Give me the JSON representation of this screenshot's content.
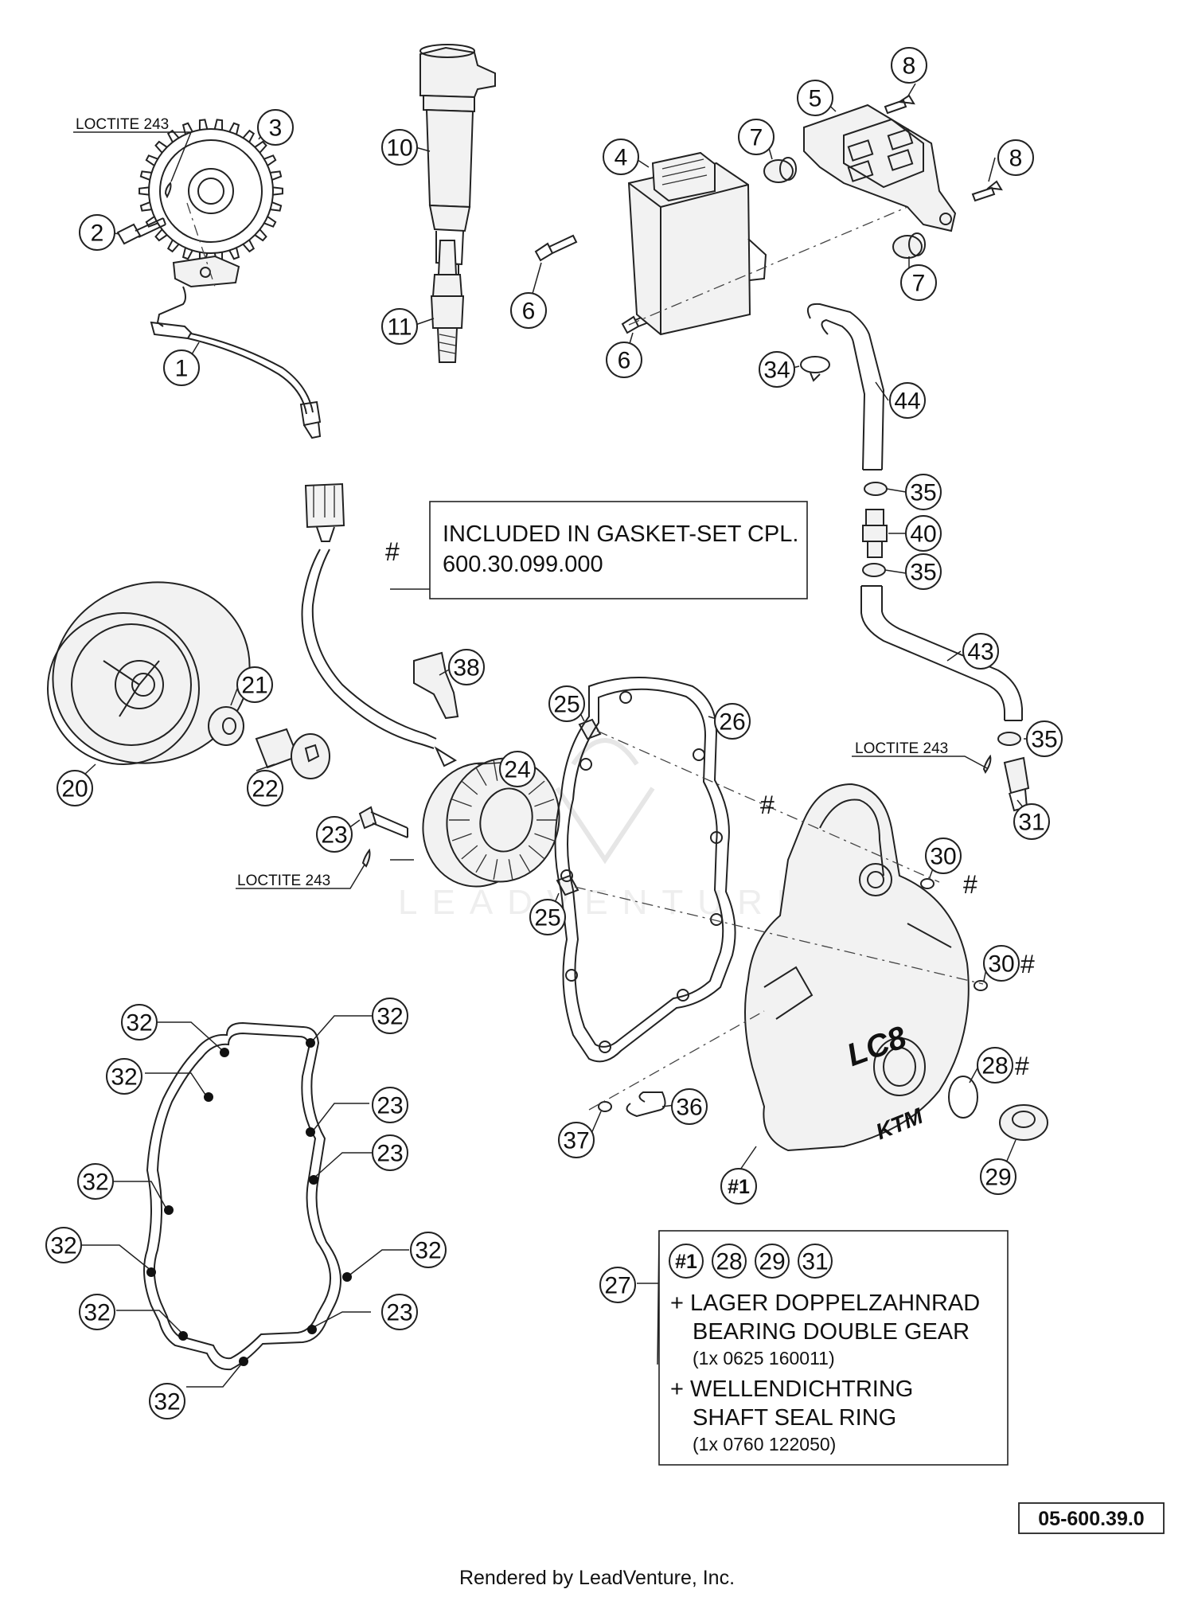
{
  "diagram": {
    "callouts": [
      {
        "id": "c1",
        "label": "1"
      },
      {
        "id": "c2",
        "label": "2"
      },
      {
        "id": "c3",
        "label": "3"
      },
      {
        "id": "c4",
        "label": "4"
      },
      {
        "id": "c5",
        "label": "5"
      },
      {
        "id": "c6a",
        "label": "6"
      },
      {
        "id": "c6b",
        "label": "6"
      },
      {
        "id": "c7a",
        "label": "7"
      },
      {
        "id": "c7b",
        "label": "7"
      },
      {
        "id": "c8a",
        "label": "8"
      },
      {
        "id": "c8b",
        "label": "8"
      },
      {
        "id": "c10",
        "label": "10"
      },
      {
        "id": "c11",
        "label": "11"
      },
      {
        "id": "c20",
        "label": "20"
      },
      {
        "id": "c21",
        "label": "21"
      },
      {
        "id": "c22",
        "label": "22"
      },
      {
        "id": "c23",
        "label": "23"
      },
      {
        "id": "c24",
        "label": "24"
      },
      {
        "id": "c25a",
        "label": "25"
      },
      {
        "id": "c25b",
        "label": "25"
      },
      {
        "id": "c26",
        "label": "26"
      },
      {
        "id": "c27",
        "label": "27"
      },
      {
        "id": "c28",
        "label": "28"
      },
      {
        "id": "c29",
        "label": "29"
      },
      {
        "id": "c30a",
        "label": "30"
      },
      {
        "id": "c30b",
        "label": "30"
      },
      {
        "id": "c31",
        "label": "31"
      },
      {
        "id": "c34",
        "label": "34"
      },
      {
        "id": "c35a",
        "label": "35"
      },
      {
        "id": "c35b",
        "label": "35"
      },
      {
        "id": "c35c",
        "label": "35"
      },
      {
        "id": "c36",
        "label": "36"
      },
      {
        "id": "c37",
        "label": "37"
      },
      {
        "id": "c38",
        "label": "38"
      },
      {
        "id": "c40",
        "label": "40"
      },
      {
        "id": "c43",
        "label": "43"
      },
      {
        "id": "c44",
        "label": "44"
      },
      {
        "id": "ref1",
        "label": "#1"
      },
      {
        "id": "g32a",
        "label": "32"
      },
      {
        "id": "g32b",
        "label": "32"
      },
      {
        "id": "g32c",
        "label": "32"
      },
      {
        "id": "g32d",
        "label": "32"
      },
      {
        "id": "g32e",
        "label": "32"
      },
      {
        "id": "g32f",
        "label": "32"
      },
      {
        "id": "g32g",
        "label": "32"
      },
      {
        "id": "g32h",
        "label": "32"
      },
      {
        "id": "g23a",
        "label": "23"
      },
      {
        "id": "g23b",
        "label": "23"
      },
      {
        "id": "g23c",
        "label": "23"
      }
    ],
    "hash_marker": "#",
    "loctite_label": "LOCTITE 243",
    "gasket_note": {
      "line1": "INCLUDED IN GASKET-SET CPL.",
      "line2": "600.30.099.000"
    },
    "kit_box": {
      "refs": [
        "#1",
        "28",
        "29",
        "31"
      ],
      "line1": "+ LAGER DOPPELZAHNRAD",
      "line2": "BEARING DOUBLE GEAR",
      "line3": "(1x 0625 160011)",
      "line4": "+ WELLENDICHTRING",
      "line5": "SHAFT SEAL RING",
      "line6": "(1x 0760 122050)"
    },
    "cover_logo_top": "LC8",
    "cover_logo_bottom": "KTM",
    "watermark": "LEADVENTURE",
    "diagram_code": "05-600.39.0"
  },
  "footer": {
    "rendered_by": "Rendered by LeadVenture, Inc."
  }
}
